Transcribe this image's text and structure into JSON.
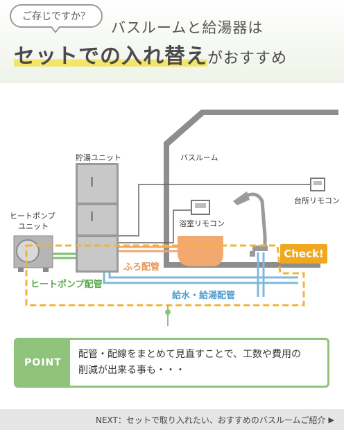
{
  "header": {
    "bubble": "ご存じですか？",
    "subtitle": "バスルームと給湯器は",
    "title_main": "セットでの入れ替え",
    "title_suffix": "がおすすめ"
  },
  "diagram": {
    "labels": {
      "storage_unit": "貯湯ユニット",
      "bathroom": "バスルーム",
      "kitchen_remote": "台所リモコン",
      "bath_remote": "浴室リモコン",
      "heat_pump_unit_line1": "ヒートポンプ",
      "heat_pump_unit_line2": "ユニット",
      "bath_pipe": "ふろ配管",
      "heat_pump_pipe": "ヒートポンプ配管",
      "water_pipe": "給水・給湯配管"
    },
    "check_badge": "Check!",
    "colors": {
      "bath_pipe": "#f2a86e",
      "heat_pump_pipe": "#7cc06d",
      "water_pipe": "#7fb8dc",
      "dashed_outline": "#f0b43c",
      "walls": "#8d8d8d"
    }
  },
  "point": {
    "tag": "POINT",
    "line1": "配管・配線をまとめて見直すことで、工数や費用の",
    "line2": "削減が出来る事も・・・"
  },
  "footer": {
    "text": "NEXT：セットで取り入れたい、おすすめのバスルームご紹介"
  }
}
